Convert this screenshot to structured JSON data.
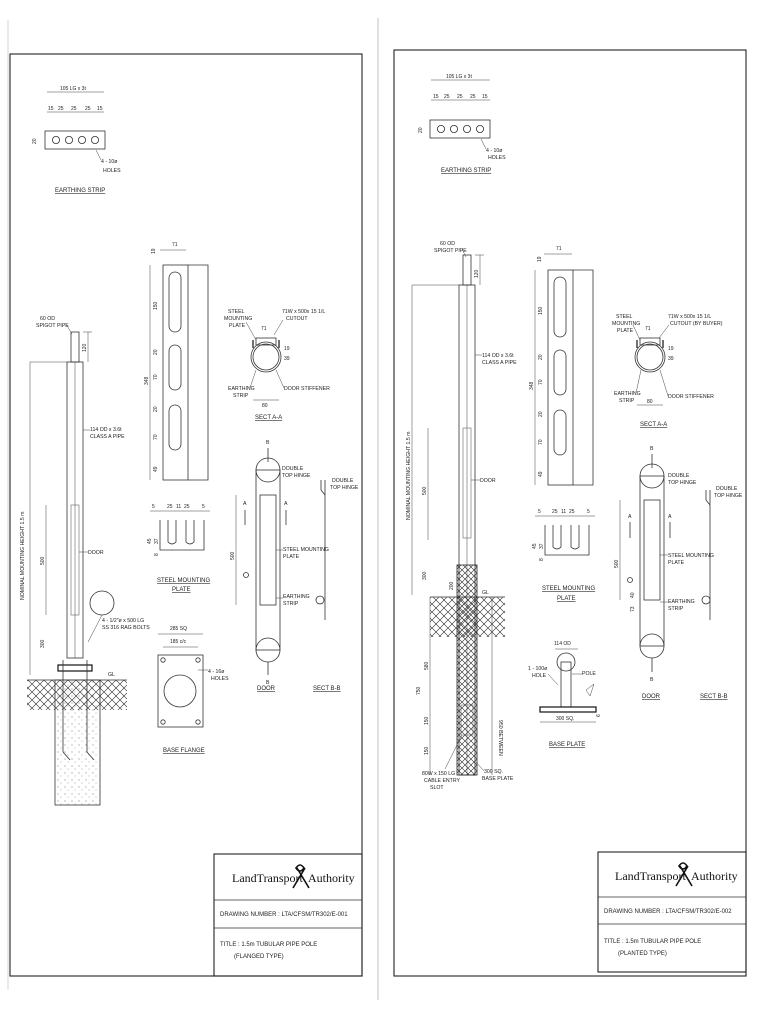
{
  "sheets": [
    {
      "earthing_strip": {
        "dim_total": "105 LG x 3t",
        "dims": [
          "15",
          "25",
          "25",
          "25",
          "15"
        ],
        "height": "20",
        "holes": "4 - 10ø",
        "holes_word": "HOLES",
        "title": "EARTHING STRIP"
      },
      "pole": {
        "spigot_1": "60 OD",
        "spigot_2": "SPIGOT PIPE",
        "spigot_dim": "120",
        "pipe_1": "114 OD x 3.6t",
        "pipe_2": "CLASS A PIPE",
        "door": "DOOR",
        "mount_height": "NOMINAL MOUNTING HEIGHT 1.5 m",
        "dim_500": "500",
        "dim_300": "300",
        "gl": "GL",
        "bolts_1": "4 - 1/2\"ø x 500 LG",
        "bolts_2": "SS 316 RAG BOLTS"
      },
      "mounting_plate": {
        "top": "71",
        "side": "19",
        "dims": [
          "150",
          "20",
          "70",
          "20",
          "70",
          "49"
        ],
        "total": "348",
        "bottom_dims": [
          "5",
          "25",
          "11",
          "25",
          "5"
        ],
        "depth": [
          "45",
          "37",
          "8"
        ],
        "title_1": "STEEL MOUNTING",
        "title_2": "PLATE"
      },
      "section_aa": {
        "steel_1": "STEEL",
        "steel_2": "MOUNTING",
        "steel_3": "PLATE",
        "cutout_1": "71W x 500x 15 1/L",
        "cutout_2": "CUTOUT",
        "d71": "71",
        "d19": "19",
        "d39": "39",
        "earth_1": "EARTHING",
        "earth_2": "STRIP",
        "stiffener": "DOOR STIFFENER",
        "d80": "80",
        "title": "SECT A-A"
      },
      "door": {
        "b": "B",
        "a": "A",
        "hinge_1": "DOUBLE",
        "hinge_2": "TOP HINGE",
        "dim": "500",
        "smp_1": "STEEL MOUNTING",
        "smp_2": "PLATE",
        "es_1": "EARTHING",
        "es_2": "STRIP",
        "title": "DOOR"
      },
      "section_bb": {
        "hinge_1": "DOUBLE",
        "hinge_2": "TOP HINGE",
        "title": "SECT B-B"
      },
      "base": {
        "outer": "285 SQ",
        "pcd": "185 c/c",
        "holes_1": "4 - 16ø",
        "holes_2": "HOLES",
        "title": "BASE FLANGE"
      },
      "title_block": {
        "logo_left": "LandTransport",
        "logo_right": "Authority",
        "drawing_number": "DRAWING NUMBER : LTA/CFSM/TR302/E-001",
        "title_1": "TITLE : 1.5m TUBULAR PIPE POLE",
        "title_2": "(FLANGED TYPE)"
      }
    },
    {
      "earthing_strip": {
        "dim_total": "105 LG x 3t",
        "dims": [
          "15",
          "25",
          "25",
          "25",
          "15"
        ],
        "height": "20",
        "holes": "4 - 10ø",
        "holes_word": "HOLES",
        "title": "EARTHING STRIP"
      },
      "pole": {
        "spigot_1": "60 OD",
        "spigot_2": "SPIGOT PIPE",
        "spigot_dim": "120",
        "pipe_1": "114 OD x 3.6t",
        "pipe_2": "CLASS A PIPE",
        "door": "DOOR",
        "mount_height": "NOMINAL MOUNTING HEIGHT 1.5 m",
        "dim_500": "500",
        "dim_300": "300",
        "gl": "GL",
        "dim_200": "200",
        "dim_580": "580",
        "dim_750": "750",
        "dim_150a": "150",
        "dim_150b": "150",
        "embed": "950 BETWEEN",
        "cable_1": "80W x 150 LG",
        "cable_2": "CABLE ENTRY",
        "cable_3": "SLOT",
        "bp_1": "300 SQ.",
        "bp_2": "BASE PLATE"
      },
      "mounting_plate": {
        "top": "71",
        "side": "19",
        "dims": [
          "150",
          "20",
          "70",
          "20",
          "70",
          "49"
        ],
        "total": "348",
        "bottom_dims": [
          "5",
          "25",
          "11",
          "25",
          "5"
        ],
        "depth": [
          "45",
          "37",
          "8"
        ],
        "title_1": "STEEL MOUNTING",
        "title_2": "PLATE"
      },
      "section_aa": {
        "steel_1": "STEEL",
        "steel_2": "MOUNTING",
        "steel_3": "PLATE",
        "cutout_1": "71W x 500x 15 1/L",
        "cutout_2": "CUTOUT (BY BUYER)",
        "d71": "71",
        "d19": "19",
        "d39": "39",
        "earth_1": "EARTHING",
        "earth_2": "STRIP",
        "stiffener": "DOOR STIFFENER",
        "d80": "80",
        "title": "SECT A-A"
      },
      "door": {
        "b": "B",
        "a": "A",
        "hinge_1": "DOUBLE",
        "hinge_2": "TOP HINGE",
        "dim": "500",
        "smp_1": "STEEL MOUNTING",
        "smp_2": "PLATE",
        "es_1": "EARTHING",
        "es_2": "STRIP",
        "d73": "73",
        "d40": "40",
        "title": "DOOR"
      },
      "section_bb": {
        "hinge_1": "DOUBLE",
        "hinge_2": "TOP HINGE",
        "title": "SECT B-B"
      },
      "base": {
        "od": "114 OD",
        "hole_1": "1 - 100ø",
        "hole_2": "HOLE",
        "pole": "POLE",
        "width": "300 SQ.",
        "thk": "6",
        "title": "BASE PLATE"
      },
      "title_block": {
        "logo_left": "LandTransport",
        "logo_right": "Authority",
        "drawing_number": "DRAWING NUMBER : LTA/CFSM/TR302/E-002",
        "title_1": "TITLE : 1.5m TUBULAR PIPE POLE",
        "title_2": "(PLANTED TYPE)"
      }
    }
  ]
}
